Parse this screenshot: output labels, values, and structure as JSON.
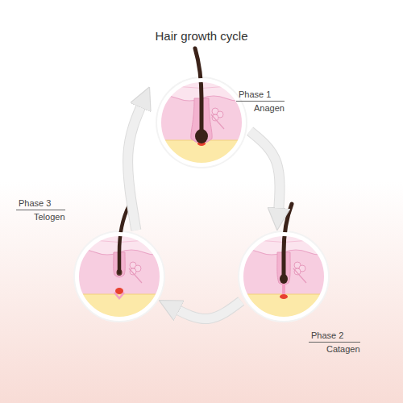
{
  "diagram": {
    "title": "Hair growth cycle",
    "nodes": [
      {
        "text": [
          "Phase 1",
          "Anagen"
        ]
      },
      {
        "text": [
          "Phase 3",
          "Telogen"
        ]
      },
      {
        "text": [
          "Phase 2",
          "Catagen"
        ]
      }
    ],
    "edges": [
      {
        "from": 0,
        "to": 2,
        "arrow": "to"
      },
      {
        "from": 2,
        "to": 1,
        "arrow": "to"
      },
      {
        "from": 1,
        "to": 0,
        "arrow": "to"
      }
    ]
  }
}
